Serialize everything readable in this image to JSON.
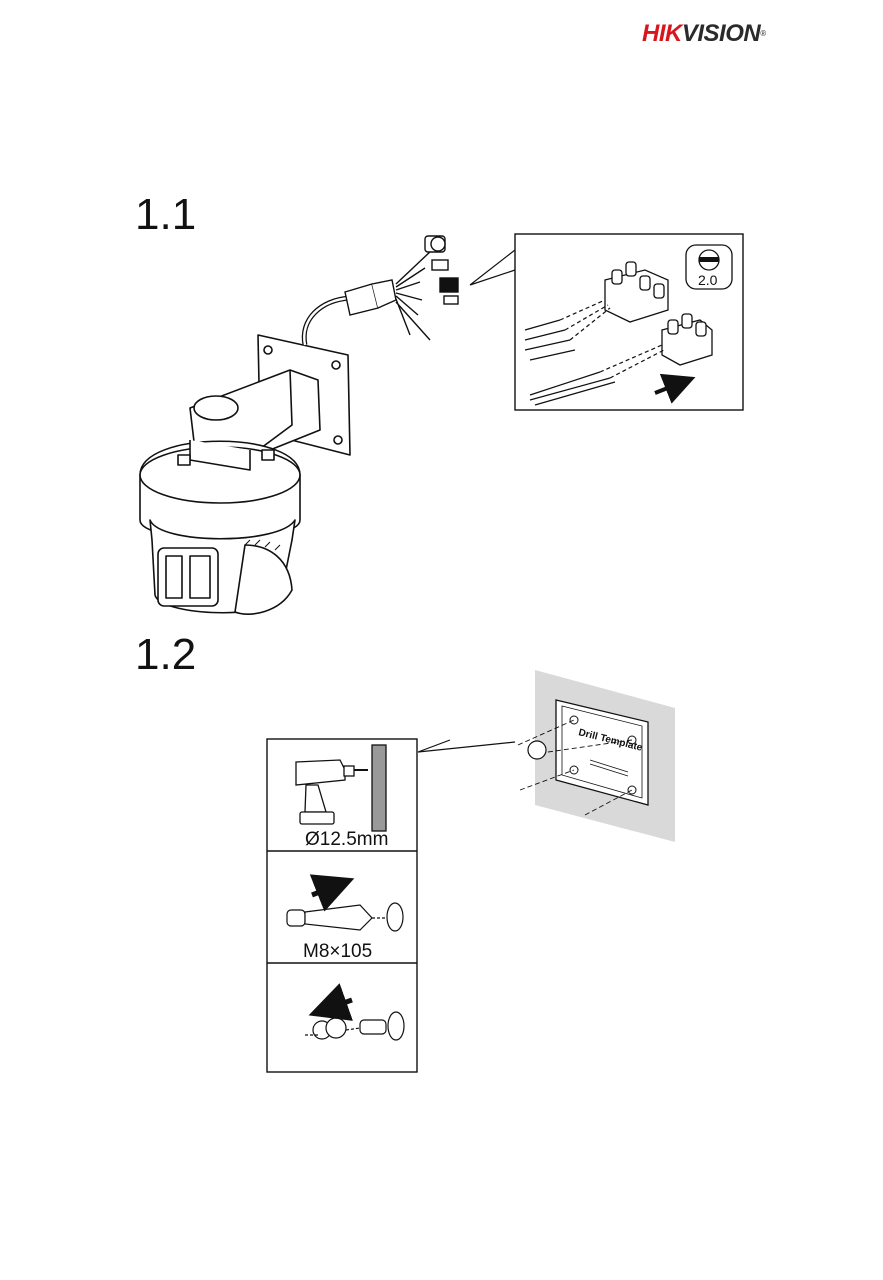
{
  "brand": {
    "logo_hik": "HIK",
    "logo_vision": "VISION",
    "logo_reg": "®"
  },
  "steps": [
    {
      "number": "1.1"
    },
    {
      "number": "1.2"
    }
  ],
  "callouts": {
    "screwdriver_size": "2.0",
    "drill_bit": "Ø12.5mm",
    "anchor_bolt": "M8×105",
    "template_title": "Drill Template"
  },
  "icons": [
    "hikvision-logo",
    "flat-screwdriver-icon",
    "drill-icon",
    "arrow-right-icon",
    "arrow-left-icon"
  ],
  "colors": {
    "brand_red": "#d7161e",
    "brand_dark": "#2b2b2b",
    "wall_gray": "#d9d9d9"
  }
}
